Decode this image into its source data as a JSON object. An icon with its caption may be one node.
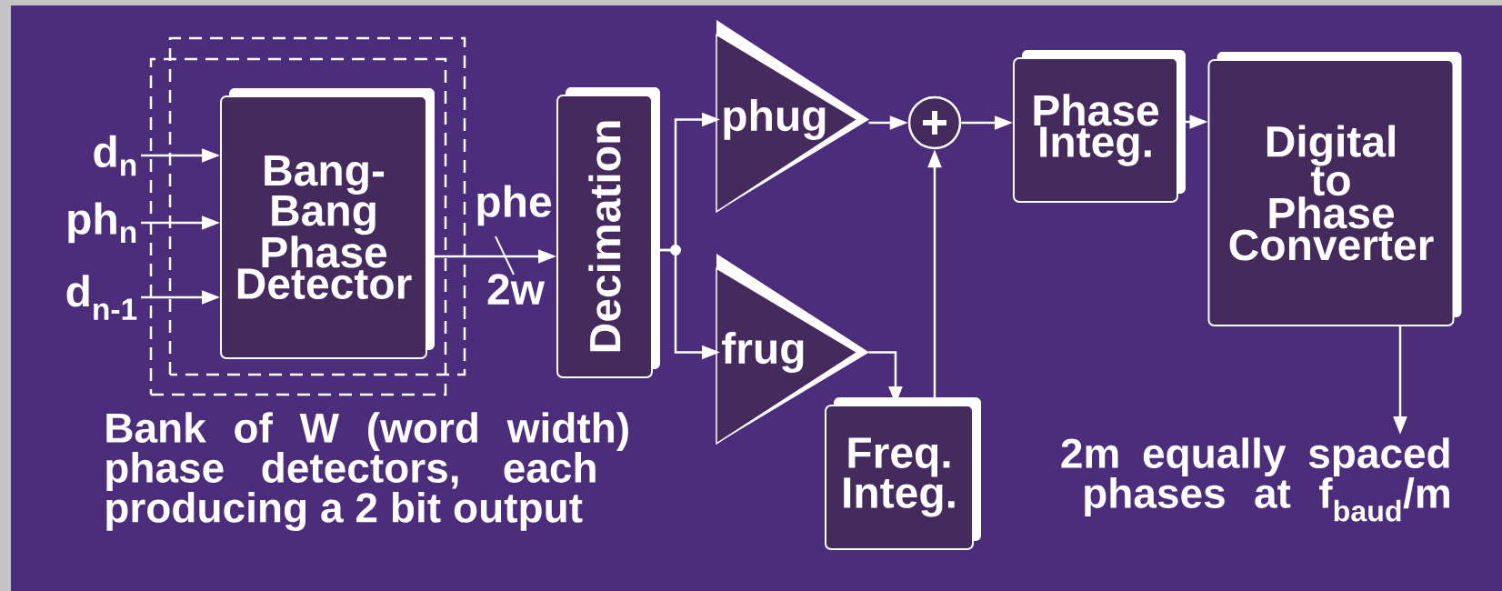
{
  "diagram": {
    "nodes": [
      {
        "text": [
          "Bank of W (word width) phase detectors, each producing a 2 bit output"
        ]
      },
      {
        "text": [
          "d$_{n}$"
        ]
      },
      {
        "text": [
          "ph$_{n}$"
        ]
      },
      {
        "text": [
          "d$_{n-1}$"
        ]
      },
      {
        "text": [
          "Bang- Bang Phase Detector"
        ],
        "in": 0
      },
      {
        "text": [
          "Decimation"
        ]
      },
      {
        "text": [
          "phug"
        ]
      },
      {
        "text": [
          "frug"
        ]
      },
      {
        "text": [],
        "shape": "circle"
      },
      {
        "text": [
          "Freq. Integ."
        ]
      },
      {
        "text": [
          "Phase Integ."
        ]
      },
      {
        "text": [
          "Digital to Phase Converter"
        ]
      },
      {
        "text": [
          "2m equally spaced phases at f$_{baud}$/m"
        ]
      }
    ],
    "edges": [
      {
        "from": 1,
        "to": 4,
        "arrow": "to"
      },
      {
        "from": 2,
        "to": 4,
        "arrow": "to"
      },
      {
        "from": 3,
        "to": 4,
        "arrow": "to"
      },
      {
        "from": 4,
        "to": 5,
        "arrow": "to",
        "label": "phe"
      },
      {
        "from": 5,
        "to": 6,
        "arrow": "to"
      },
      {
        "from": 5,
        "to": 7,
        "arrow": "to"
      },
      {
        "from": 6,
        "to": 8,
        "arrow": "to"
      },
      {
        "from": 7,
        "to": 9,
        "arrow": "to"
      },
      {
        "from": 9,
        "to": 8,
        "arrow": "to"
      },
      {
        "from": 8,
        "to": 10,
        "arrow": "to"
      },
      {
        "from": 10,
        "to": 11,
        "arrow": "to"
      },
      {
        "from": 11,
        "to": 12,
        "arrow": "to"
      }
    ],
    "labels": [
      "2w"
    ]
  }
}
